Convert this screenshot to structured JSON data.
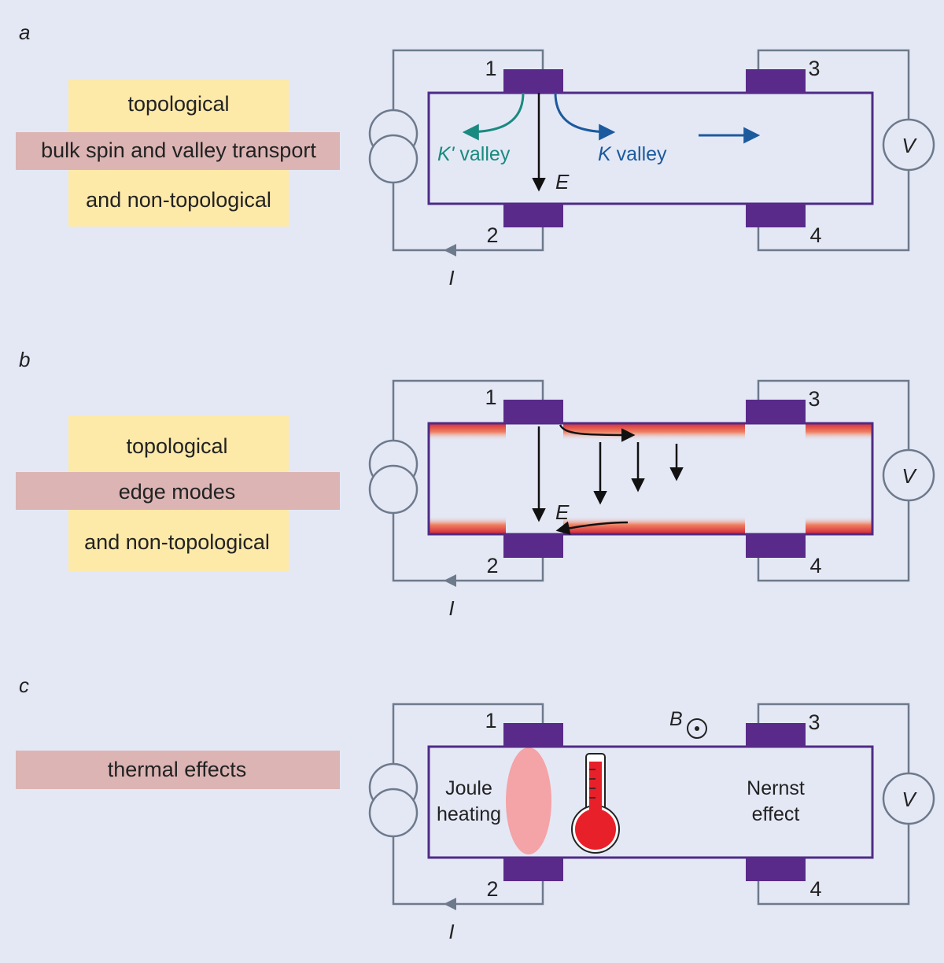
{
  "panels": {
    "a": {
      "letter": "a",
      "box_top": "topological",
      "box_mid": "bulk spin and valley transport",
      "box_bot": "and non-topological",
      "kprime_sym": "K'",
      "kprime_word": " valley",
      "k_sym": "K",
      "k_word": " valley",
      "field_label": "E",
      "current_label": "I",
      "volt_label": "V",
      "contacts": [
        "1",
        "2",
        "3",
        "4"
      ]
    },
    "b": {
      "letter": "b",
      "box_top": "topological",
      "box_mid": "edge modes",
      "box_bot": "and non-topological",
      "field_label": "E",
      "current_label": "I",
      "volt_label": "V",
      "contacts": [
        "1",
        "2",
        "3",
        "4"
      ]
    },
    "c": {
      "letter": "c",
      "box_mid": "thermal effects",
      "joule_l1": "Joule",
      "joule_l2": "heating",
      "nernst_l1": "Nernst",
      "nernst_l2": "effect",
      "b_label": "B",
      "current_label": "I",
      "volt_label": "V",
      "contacts": [
        "1",
        "2",
        "3",
        "4"
      ]
    }
  },
  "colors": {
    "background": "#e4e8f5",
    "label_yellow": "#fde9a8",
    "label_pink": "#dcb4b4",
    "device_outline": "#4e2b86",
    "contact": "#5a2a8a",
    "wire": "#6d7a8c",
    "k_prime_valley": "#1a8a80",
    "k_valley": "#1c5a9e",
    "edge_mode": "#e8584a",
    "joule_spot": "#f4a3a6",
    "thermometer": "#e8202a"
  }
}
